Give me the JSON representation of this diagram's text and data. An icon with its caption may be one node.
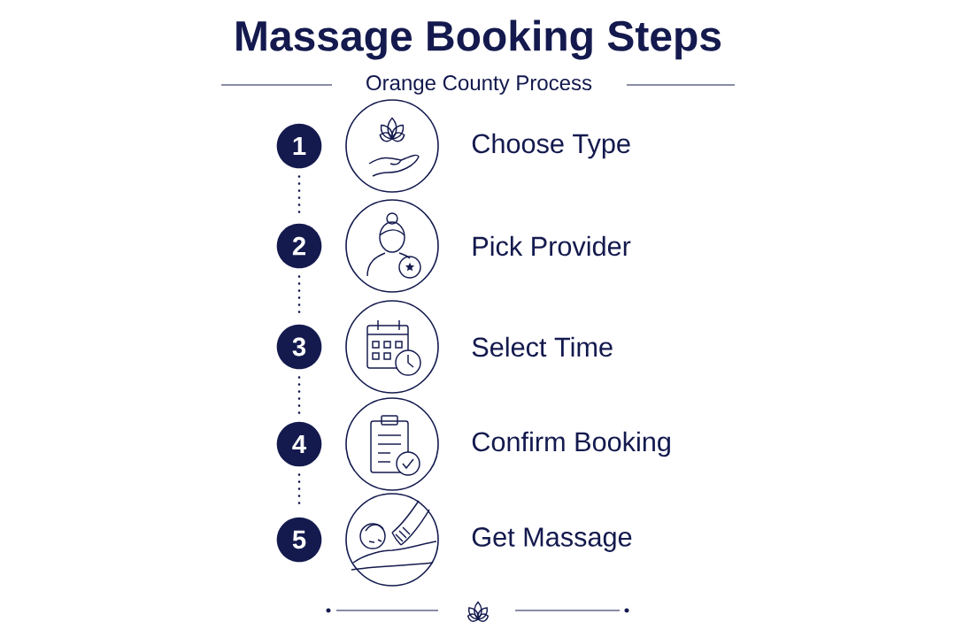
{
  "diagram": {
    "title": "Massage Booking Steps",
    "nodes": [
      {
        "text": [
          "1"
        ]
      },
      {
        "text": [
          "2"
        ]
      },
      {
        "text": [
          "3"
        ]
      },
      {
        "text": [
          "4"
        ]
      },
      {
        "text": [
          "5"
        ]
      }
    ],
    "edges": [
      {
        "from": 0,
        "to": 1,
        "arrow": "none",
        "style": "dashed"
      },
      {
        "from": 1,
        "to": 2,
        "arrow": "none",
        "style": "dashed"
      },
      {
        "from": 2,
        "to": 3,
        "arrow": "none",
        "style": "dashed"
      },
      {
        "from": 3,
        "to": 4,
        "arrow": "none",
        "style": "dashed"
      }
    ],
    "labels": [
      "Orange County Process",
      "Choose Type",
      "Pick Provider",
      "Select Time",
      "Confirm Booking",
      "Get Massage"
    ]
  }
}
